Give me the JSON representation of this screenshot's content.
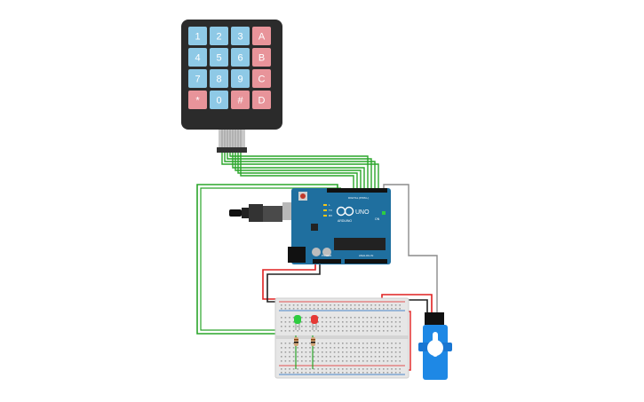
{
  "keypad": {
    "rows": [
      [
        {
          "label": "1",
          "kind": "num"
        },
        {
          "label": "2",
          "kind": "num"
        },
        {
          "label": "3",
          "kind": "num"
        },
        {
          "label": "A",
          "kind": "letter"
        }
      ],
      [
        {
          "label": "4",
          "kind": "num"
        },
        {
          "label": "5",
          "kind": "num"
        },
        {
          "label": "6",
          "kind": "num"
        },
        {
          "label": "B",
          "kind": "letter"
        }
      ],
      [
        {
          "label": "7",
          "kind": "num"
        },
        {
          "label": "8",
          "kind": "num"
        },
        {
          "label": "9",
          "kind": "num"
        },
        {
          "label": "C",
          "kind": "letter"
        }
      ],
      [
        {
          "label": "*",
          "kind": "letter"
        },
        {
          "label": "0",
          "kind": "num"
        },
        {
          "label": "#",
          "kind": "letter"
        },
        {
          "label": "D",
          "kind": "letter"
        }
      ]
    ]
  },
  "arduino": {
    "model": "UNO",
    "brand": "ARDUINO",
    "digital_label": "DIGITAL (PWM~)",
    "analog_label": "ANALOG IN",
    "power_label": "POWER",
    "led_labels": [
      "L",
      "TX",
      "RX"
    ],
    "on_label": "ON"
  },
  "colors": {
    "board": "#1f6f9f",
    "keypad_body": "#2b2b2b",
    "key_num": "#8ec9e6",
    "key_letter": "#e8949a",
    "wire_green": "#2aa52a",
    "wire_red": "#e02020",
    "wire_black": "#222222",
    "wire_gray": "#8c8c8c",
    "servo": "#1e88e5",
    "breadboard": "#e6e6e6",
    "led_green": "#2ecc40",
    "led_red": "#e53935"
  }
}
